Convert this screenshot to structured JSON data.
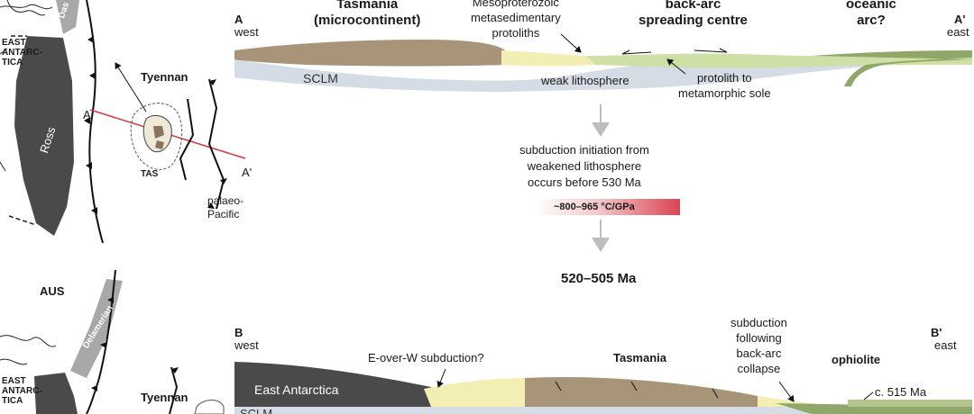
{
  "map_top": {
    "label_das": "Das",
    "label_east_antarctica": "EAST\nANTARC-\nTICA",
    "label_ross": "Ross",
    "label_a": "A",
    "label_tyennan": "Tyennan",
    "label_tas": "TAS",
    "label_a_prime": "A'",
    "label_palaeo_pacific": "palaeo-\nPacific"
  },
  "section_a": {
    "letter": "A",
    "west": "west",
    "tasmania": "Tasmania\n(microcontinent)",
    "mesoproterozoic": "Mesoproterozoic\nmetasedimentary\nprotoliths",
    "back_arc": "back-arc\nspreading centre",
    "oceanic_arc": "oceanic\narc?",
    "a_prime": "A'",
    "east": "east",
    "sclm": "SCLM",
    "weak_lithosphere": "weak lithosphere",
    "protolith": "protolith to\nmetamorphic sole"
  },
  "middle": {
    "subduction_text": "subduction initiation from\nweakened lithosphere\noccurs before 530 Ma",
    "gradient": "~800–965 °C/GPa",
    "age": "520–505 Ma"
  },
  "map_bottom": {
    "label_aus": "AUS",
    "label_delamerian": "Delamerian",
    "label_east_antarctica": "EAST\nANTARC-\nTICA",
    "label_tyennan": "Tyennan"
  },
  "section_b": {
    "letter": "B",
    "west": "west",
    "b_prime": "B'",
    "east": "east",
    "east_antarctica": "East Antarctica",
    "e_over_w": "E-over-W subduction?",
    "tasmania": "Tasmania",
    "subduction_following": "subduction\nfollowing\nback-arc\ncollapse",
    "ophiolite": "ophiolite",
    "c515": "c. 515 Ma",
    "sclm": "SCLM"
  },
  "colors": {
    "dark_crust": "#4a4a4a",
    "tan_crust": "#a89478",
    "pale_yellow": "#f3efb4",
    "green_oceanic": "#8fa86a",
    "light_green": "#cfe0a6",
    "sclm_blue": "#d6dce6",
    "red_line": "#d9343f",
    "gradient_red": "#d94552"
  }
}
